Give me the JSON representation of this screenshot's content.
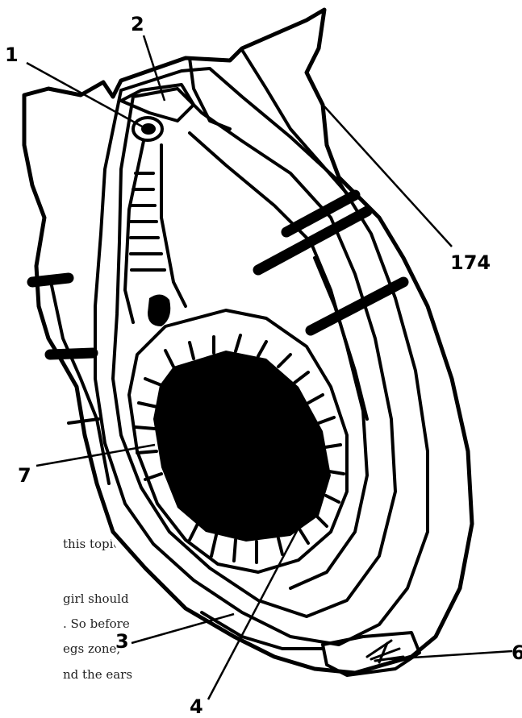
{
  "labels": {
    "l1": "1",
    "l2": "2",
    "l3": "3",
    "l4": "4",
    "l6": "6",
    "l7": "7",
    "l174": "174"
  },
  "background_text": [
    "this topic).",
    "girl should",
    ". So before",
    "egs zone,",
    "nd the ears"
  ]
}
